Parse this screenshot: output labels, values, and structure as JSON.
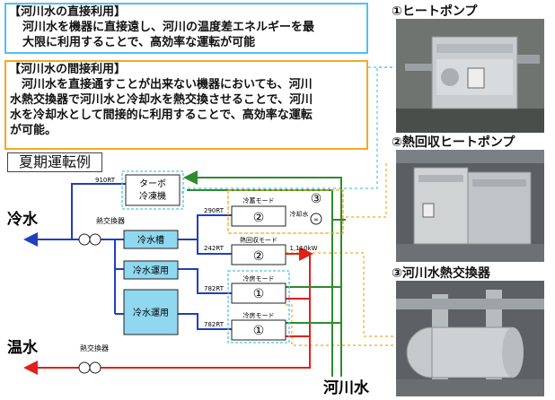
{
  "direct_box": {
    "heading": "【河川水の直接利用】",
    "body": "河川水を機器に直接遠し、河川の温度差エネルギーを最\n大限に利用することで、高効率な運転が可能"
  },
  "indirect_box": {
    "heading": "【河川水の間接利用】",
    "body": "　河川水を直接通すことが出来ない機器においても、河川\n水熱交換器で河川水と冷却水を熱交換させることで、河川\n水を冷却水として間接的に利用することで、高効率な運転\nが可能。"
  },
  "example_label": "夏期運転例",
  "diagram": {
    "turbo": "ターボ\n冷凍機",
    "turbo_rt": "910RT",
    "heat_exchanger_cold": "熱交換器",
    "heat_exchanger_hot": "熱交換器",
    "cold_water": "冷水",
    "hot_water": "温水",
    "river_water": "河川水",
    "tank1": "冷水槽",
    "tank2": "冷水運用",
    "tank3": "冷水運用",
    "rt_290": "290RT",
    "rt_242": "242RT",
    "kw_1110": "1,110kW",
    "rt_782a": "782RT",
    "rt_782b": "782RT",
    "mode_cold_store": "冷蓄モード",
    "mode_heat_recovery": "熱回収モード",
    "mode_cooling1": "冷房モード",
    "mode_cooling2": "冷房モード",
    "mode_cooling_water": "冷却水",
    "circled_1": "①",
    "circled_2": "②",
    "circled_3": "③"
  },
  "photos": [
    {
      "title": "①ヒートポンプ"
    },
    {
      "title": "②熱回収ヒートポンプ"
    },
    {
      "title": "③河川水熱交換器"
    }
  ],
  "colors": {
    "cold_line": "#1f3fbf",
    "hot_line": "#e0201b",
    "river_line": "#2e8b2e",
    "tank_fill": "#8fd8f0",
    "direct_border": "#4fc3e8",
    "indirect_border": "#f2a91f"
  }
}
